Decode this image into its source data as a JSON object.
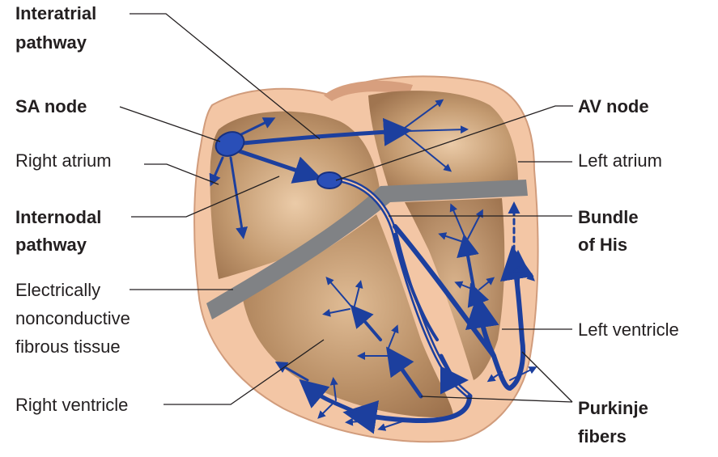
{
  "labels": {
    "interatrial_l1": "Interatrial",
    "interatrial_l2": "pathway",
    "sa_node": "SA node",
    "right_atrium": "Right atrium",
    "internodal_l1": "Internodal",
    "internodal_l2": "pathway",
    "fibrous_l1": "Electrically",
    "fibrous_l2": "nonconductive",
    "fibrous_l3": "fibrous tissue",
    "right_ventricle": "Right ventricle",
    "av_node": "AV node",
    "left_atrium": "Left atrium",
    "bundle_l1": "Bundle",
    "bundle_l2": "of His",
    "left_ventricle": "Left ventricle",
    "purkinje_l1": "Purkinje",
    "purkinje_l2": "fibers"
  },
  "colors": {
    "outer_wall": "#f3c6a5",
    "chamber": "#a77a53",
    "chamber_light": "#e6c4a0",
    "fibrous": "#808285",
    "pathway": "#1c3f9e",
    "node": "#2a4fb8",
    "text": "#231f20"
  }
}
